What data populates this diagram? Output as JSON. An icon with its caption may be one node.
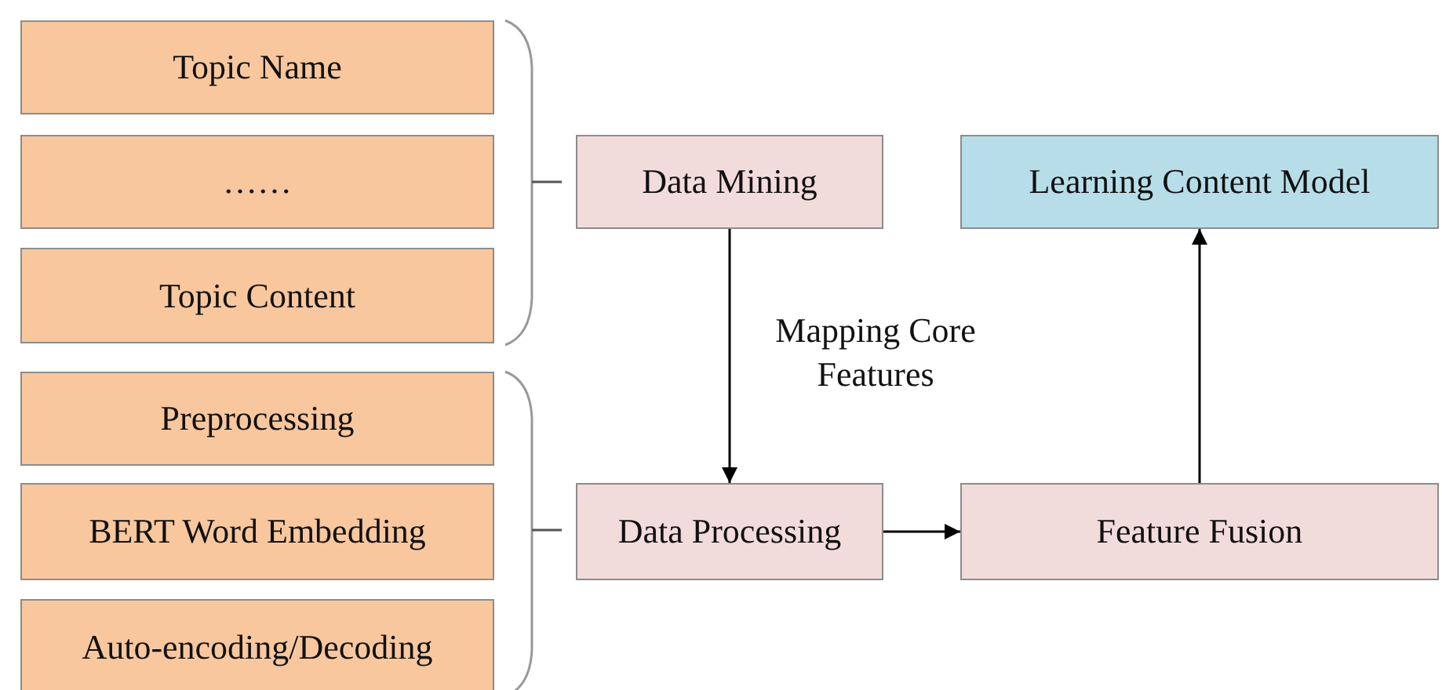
{
  "diagram": {
    "nodes": [
      {
        "text": [
          "Topic Name"
        ]
      },
      {
        "text": [
          "……"
        ]
      },
      {
        "text": [
          "Topic Content"
        ]
      },
      {
        "text": [
          "Preprocessing"
        ]
      },
      {
        "text": [
          "BERT Word Embedding"
        ]
      },
      {
        "text": [
          "Auto-encoding/Decoding"
        ]
      },
      {
        "text": [
          "Data Mining"
        ]
      },
      {
        "text": [
          "Learning Content Model"
        ]
      },
      {
        "text": [
          "Data Processing"
        ]
      },
      {
        "text": [
          "Feature Fusion"
        ]
      }
    ],
    "edges": [
      {
        "from": 6,
        "to": 8,
        "arrow": "to",
        "label": "Mapping Core Features"
      },
      {
        "from": 8,
        "to": 9,
        "arrow": "to"
      },
      {
        "from": 9,
        "to": 7,
        "arrow": "to"
      }
    ]
  }
}
